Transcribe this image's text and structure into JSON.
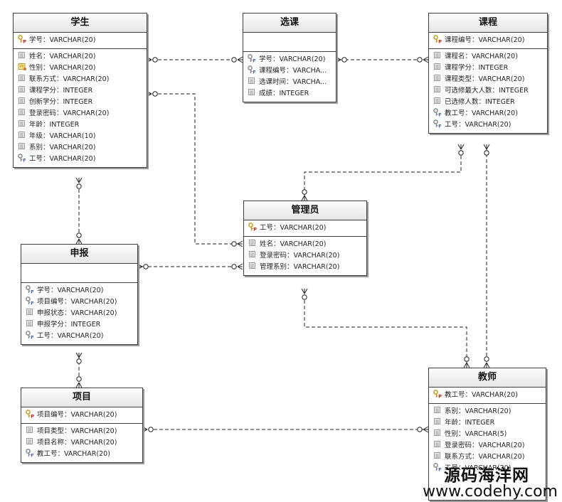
{
  "entities": {
    "student": {
      "title": "学生",
      "pk": [
        {
          "label": "学号：VARCHAR(20)",
          "icon": "pk"
        }
      ],
      "attrs": [
        {
          "label": "姓名：VARCHAR(20)",
          "icon": "attr"
        },
        {
          "label": "性别：VARCHAR(20)",
          "icon": "index"
        },
        {
          "label": "联系方式：VARCHAR(20)",
          "icon": "attr"
        },
        {
          "label": "课程学分：INTEGER",
          "icon": "attr"
        },
        {
          "label": "创新学分：INTEGER",
          "icon": "attr"
        },
        {
          "label": "登录密码：VARCHAR(20)",
          "icon": "attr"
        },
        {
          "label": "年龄：INTEGER",
          "icon": "attr"
        },
        {
          "label": "年级：VARCHAR(10)",
          "icon": "attr"
        },
        {
          "label": "系别：VARCHAR(20)",
          "icon": "attr"
        },
        {
          "label": "工号：VARCHAR(20)",
          "icon": "fk"
        }
      ]
    },
    "enroll": {
      "title": "选课",
      "pk": [],
      "attrs": [
        {
          "label": "学号：VARCHAR(20)",
          "icon": "fk"
        },
        {
          "label": "课程编号：VARCHA...",
          "icon": "fk"
        },
        {
          "label": "选课时间：VARCHA...",
          "icon": "attr"
        },
        {
          "label": "成绩：INTEGER",
          "icon": "attr"
        }
      ]
    },
    "course": {
      "title": "课程",
      "pk": [
        {
          "label": "课程编号：VARCHAR(20)",
          "icon": "pk"
        }
      ],
      "attrs": [
        {
          "label": "课程名：VARCHAR(20)",
          "icon": "attr"
        },
        {
          "label": "课程学分：INTEGER",
          "icon": "attr"
        },
        {
          "label": "课程类型：VARCHAR(20)",
          "icon": "attr"
        },
        {
          "label": "可选修最大人数：INTEGER",
          "icon": "attr"
        },
        {
          "label": "已选修人数：INTEGER",
          "icon": "attr"
        },
        {
          "label": "教工号：VARCHAR(20)",
          "icon": "fk"
        },
        {
          "label": "工号：VARCHAR(20)",
          "icon": "fk"
        }
      ]
    },
    "admin": {
      "title": "管理员",
      "pk": [
        {
          "label": "工号：VARCHAR(20)",
          "icon": "pk"
        }
      ],
      "attrs": [
        {
          "label": "姓名：VARCHAR(20)",
          "icon": "attr"
        },
        {
          "label": "登录密码：VARCHAR(20)",
          "icon": "attr"
        },
        {
          "label": "管理系别：VARCHAR(20)",
          "icon": "attr"
        }
      ]
    },
    "apply": {
      "title": "申报",
      "pk": [],
      "attrs": [
        {
          "label": "学号：VARCHAR(20)",
          "icon": "fk"
        },
        {
          "label": "项目编号：VARCHAR(20)",
          "icon": "fk"
        },
        {
          "label": "申报状态：VARCHAR(20)",
          "icon": "attr"
        },
        {
          "label": "申报学分：INTEGER",
          "icon": "attr"
        },
        {
          "label": "工号：VARCHAR(20)",
          "icon": "fk"
        }
      ]
    },
    "project": {
      "title": "项目",
      "pk": [
        {
          "label": "项目编号：VARCHAR(20)",
          "icon": "pk"
        }
      ],
      "attrs": [
        {
          "label": "项目类型：VARCHAR(20)",
          "icon": "attr"
        },
        {
          "label": "项目名称：VARCHAR(20)",
          "icon": "attr"
        },
        {
          "label": "教工号：VARCHAR(20)",
          "icon": "fk"
        }
      ]
    },
    "teacher": {
      "title": "教师",
      "pk": [
        {
          "label": "教工号：VARCHAR(20)",
          "icon": "pk"
        }
      ],
      "attrs": [
        {
          "label": "系别：VARCHAR(20)",
          "icon": "attr"
        },
        {
          "label": "年龄：INTEGER",
          "icon": "attr"
        },
        {
          "label": "性别：VARCHAR(5)",
          "icon": "attr"
        },
        {
          "label": "登录密码：VARCHAR(20)",
          "icon": "attr"
        },
        {
          "label": "联系方式：VARCHAR(20)",
          "icon": "attr"
        },
        {
          "label": "工号：VARCHAR(20)",
          "icon": "fk"
        }
      ]
    }
  },
  "relationships": [
    {
      "from": "student",
      "to": "enroll"
    },
    {
      "from": "course",
      "to": "enroll"
    },
    {
      "from": "student",
      "to": "admin"
    },
    {
      "from": "course",
      "to": "admin"
    },
    {
      "from": "student",
      "to": "apply"
    },
    {
      "from": "admin",
      "to": "apply"
    },
    {
      "from": "project",
      "to": "apply"
    },
    {
      "from": "teacher",
      "to": "course"
    },
    {
      "from": "admin",
      "to": "teacher"
    },
    {
      "from": "project",
      "to": "teacher"
    }
  ],
  "watermark": {
    "line1": "源码海洋网",
    "line2": "www.codehy.com"
  }
}
